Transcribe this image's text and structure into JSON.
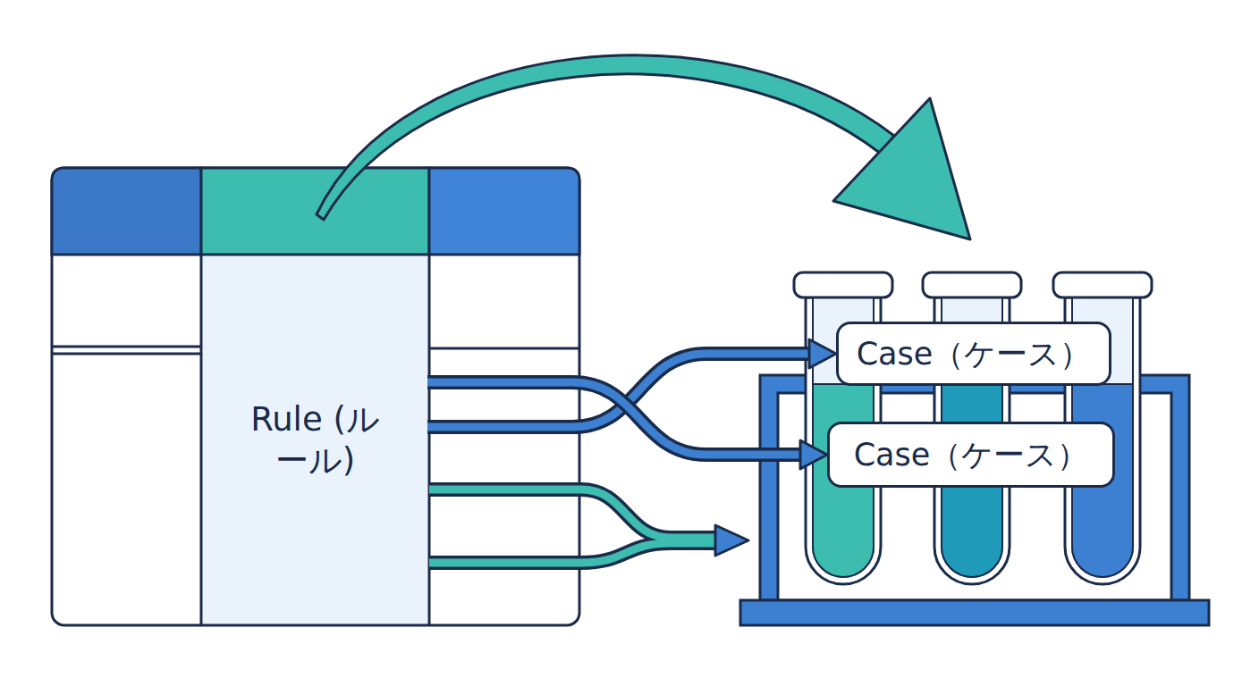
{
  "diagram": {
    "nodes": [
      {
        "text": [
          "Rule (ルール)"
        ]
      },
      {
        "text": [
          "Case（ケース）"
        ]
      },
      {
        "text": [
          "Case（ケース）"
        ]
      }
    ],
    "edges": [
      {
        "from": 0,
        "to": 1,
        "arrow": "to"
      },
      {
        "from": 0,
        "to": 2,
        "arrow": "to"
      }
    ]
  }
}
